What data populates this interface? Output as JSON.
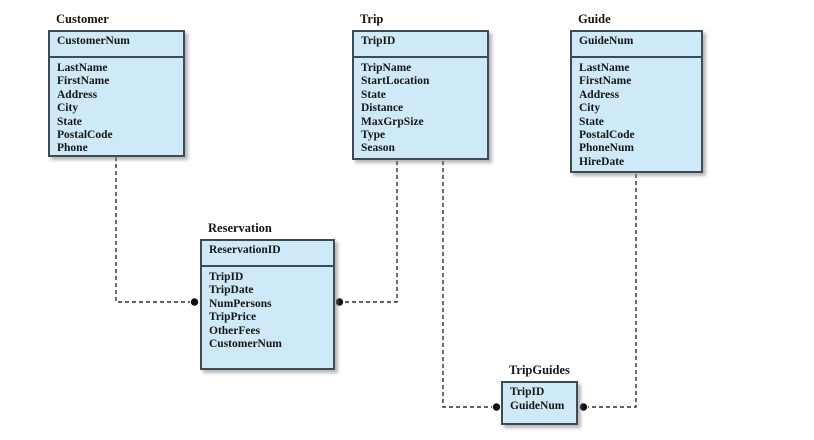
{
  "diagram": {
    "type": "database-schema-er-diagram",
    "colors": {
      "entity_fill": "#cee9f7",
      "entity_border": "#3d4b54",
      "connector": "#2e2e2e",
      "endpoint_dot": "#111111",
      "text": "#161616",
      "background": "#ffffff"
    },
    "entities": [
      {
        "name": "Customer",
        "primary_key": "CustomerNum",
        "fields": [
          "LastName",
          "FirstName",
          "Address",
          "City",
          "State",
          "PostalCode",
          "Phone"
        ]
      },
      {
        "name": "Trip",
        "primary_key": "TripID",
        "fields": [
          "TripName",
          "StartLocation",
          "State",
          "Distance",
          "MaxGrpSize",
          "Type",
          "Season"
        ]
      },
      {
        "name": "Guide",
        "primary_key": "GuideNum",
        "fields": [
          "LastName",
          "FirstName",
          "Address",
          "City",
          "State",
          "PostalCode",
          "PhoneNum",
          "HireDate"
        ]
      },
      {
        "name": "Reservation",
        "primary_key": "ReservationID",
        "fields": [
          "TripID",
          "TripDate",
          "NumPersons",
          "TripPrice",
          "OtherFees",
          "CustomerNum"
        ]
      },
      {
        "name": "TripGuides",
        "fields": [
          "TripID",
          "GuideNum"
        ]
      }
    ],
    "relationships": [
      {
        "from": "Customer",
        "to": "Reservation",
        "style": "dashed-with-dot-endpoint"
      },
      {
        "from": "Trip",
        "to": "Reservation",
        "style": "dashed-with-dot-endpoint"
      },
      {
        "from": "Trip",
        "to": "TripGuides",
        "style": "dashed-with-dot-endpoint"
      },
      {
        "from": "Guide",
        "to": "TripGuides",
        "style": "dashed-with-dot-endpoint"
      }
    ]
  }
}
